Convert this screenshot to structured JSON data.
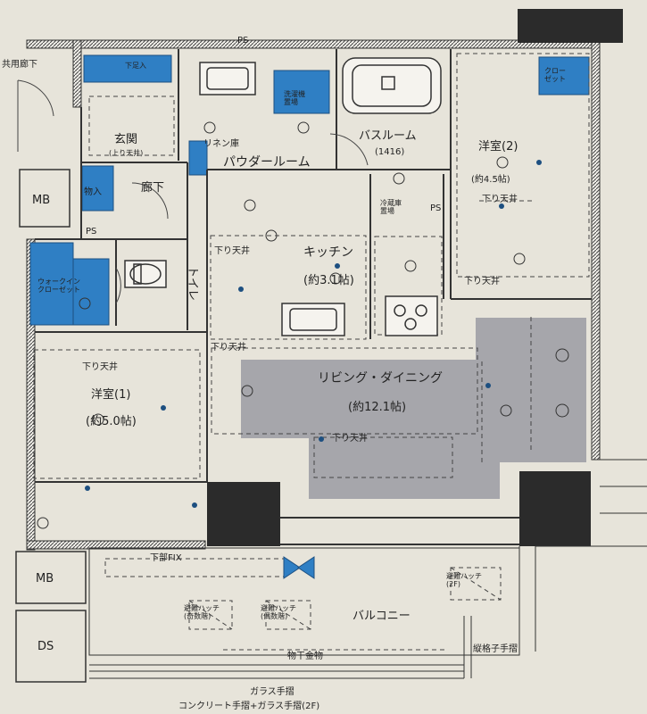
{
  "colors": {
    "paper": "#e7e4da",
    "wall": "#2b2b2b",
    "storage": "#2f7fc4",
    "living": "#a6a6ab",
    "line": "#333333"
  },
  "labels": {
    "corridor_common": "共用廊下",
    "mb_top": "MB",
    "ps_top": "PS",
    "ps_entry": "PS",
    "ps_kitchen": "PS",
    "shoe_box": "下足入",
    "entrance": "玄関",
    "entrance_sub": "(上り天井)",
    "storage": "物入",
    "corridor": "廊下",
    "walkin": "ウォークイン\nクローゼット",
    "linen": "リネン庫",
    "powder": "パウダールーム",
    "washer": "洗濯機\n置場",
    "bath": "バスルーム",
    "bath_size": "(1416)",
    "fridge": "冷蔵庫\n置場",
    "kitchen": "キッチン",
    "kitchen_size": "(約3.1帖)",
    "toilet": "トイレ",
    "room2": "洋室(2)",
    "room2_size": "(約4.5帖)",
    "closet": "クロー\nゼット",
    "room1": "洋室(1)",
    "room1_size": "(約5.0帖)",
    "living": "リビング・ダイニング",
    "living_size": "(約12.1帖)",
    "ceiling_down": "下り天井",
    "lower_fix": "下部FIX",
    "mb_bottom": "MB",
    "ds": "DS",
    "evac1": "避難ハッチ\n(奇数階)",
    "evac2": "避難ハッチ\n(偶数階)",
    "evac3": "避難ハッチ\n(2F)",
    "balcony": "バルコニー",
    "drying": "物干金物",
    "vertical_rail": "縦格子手摺",
    "glass_rail": "ガラス手摺",
    "concrete_rail": "コンクリート手摺+ガラス手摺(2F)"
  }
}
